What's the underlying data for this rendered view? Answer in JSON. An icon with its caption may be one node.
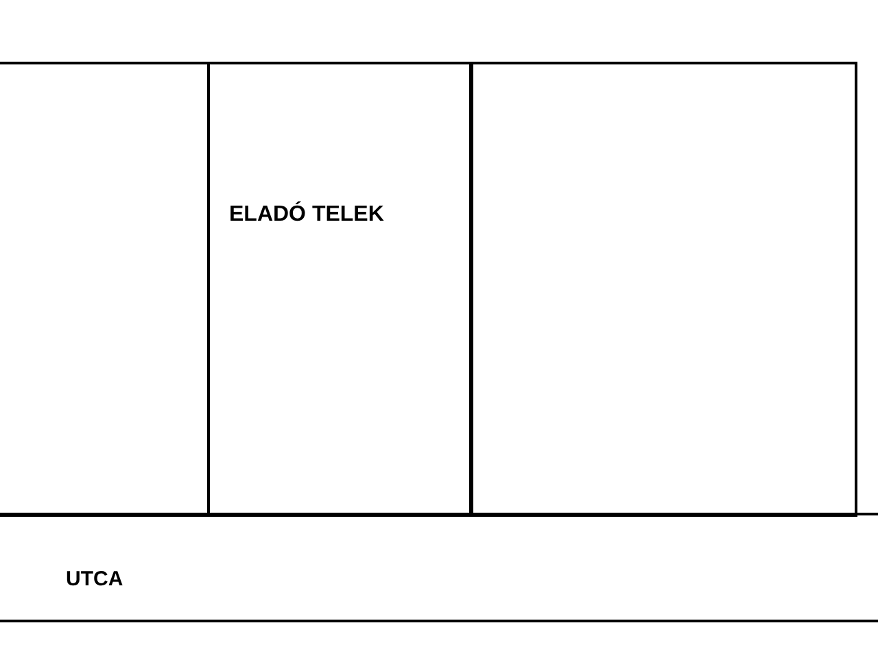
{
  "diagram": {
    "nodes": [
      {
        "text": [],
        "shape": "box"
      },
      {
        "text": [
          "ELADÓ TELEK"
        ]
      },
      {
        "text": [],
        "shape": "box"
      },
      {
        "text": [
          "UTCA"
        ]
      }
    ]
  }
}
